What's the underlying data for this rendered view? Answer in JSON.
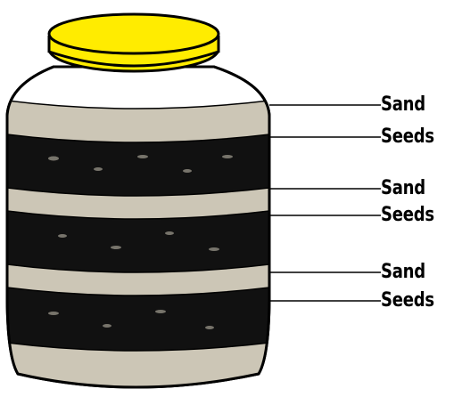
{
  "labels": {
    "layer_1": "Sand",
    "layer_2": "Seeds",
    "layer_3": "Sand",
    "layer_4": "Seeds",
    "layer_5": "Sand",
    "layer_6": "Seeds"
  },
  "colors": {
    "lid": "#ffec00",
    "sand": "#ccc6b6",
    "seeds": "#111111",
    "jar_empty": "#ffffff",
    "outline": "#000000"
  }
}
